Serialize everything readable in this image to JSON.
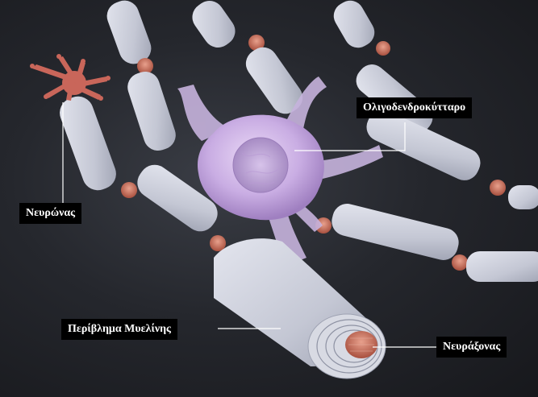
{
  "labels": {
    "oligodendrocyte": "Ολιγοδενδροκύτταρο",
    "neuron": "Νευρώνας",
    "myelin_sheath": "Περίβλημα Μυελίνης",
    "axon": "Νευράξονας"
  },
  "colors": {
    "background": "#1b1d22",
    "myelin": "#c9ccd8",
    "cell_body": "#c7aee0",
    "node_of_ranvier": "#c8715e",
    "neuron": "#c9665a",
    "label_bg": "#000000",
    "label_text": "#ffffff"
  }
}
